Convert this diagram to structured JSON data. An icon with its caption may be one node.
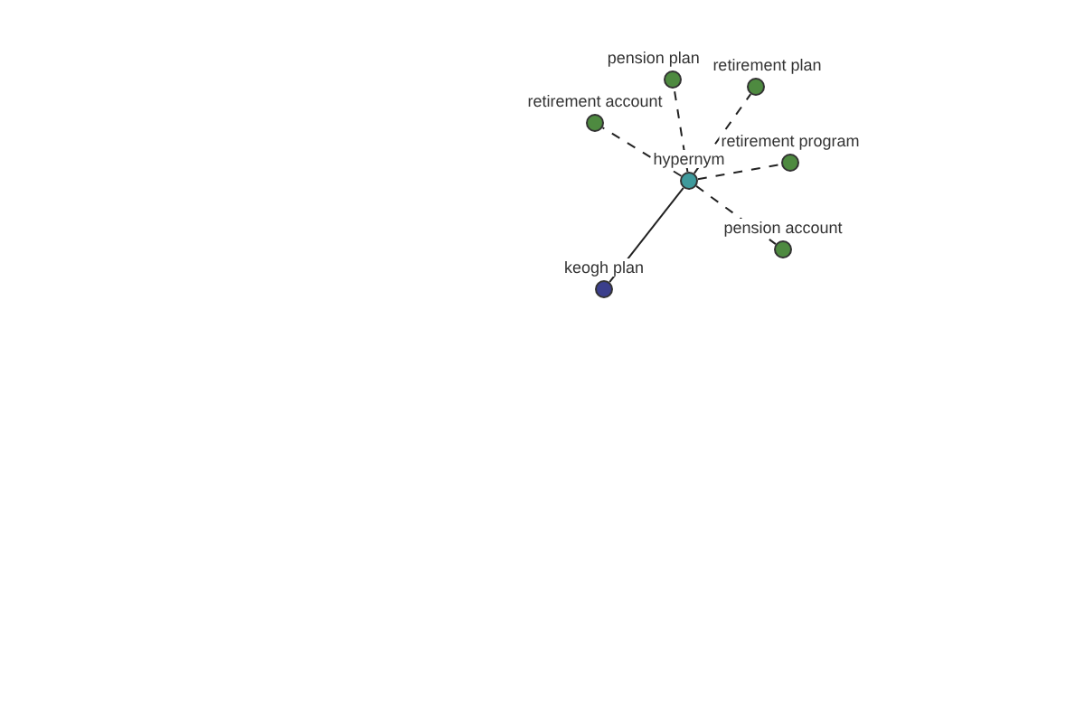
{
  "diagram": {
    "nodes": [
      {
        "text": [
          "hypernym"
        ]
      },
      {
        "text": [
          "pension plan"
        ]
      },
      {
        "text": [
          "retirement plan"
        ]
      },
      {
        "text": [
          "retirement account"
        ]
      },
      {
        "text": [
          "retirement program"
        ]
      },
      {
        "text": [
          "pension account"
        ]
      },
      {
        "text": [
          "keogh plan"
        ]
      }
    ],
    "edges": [
      {
        "from": 0,
        "to": 1,
        "arrow": "none",
        "style": "dashed"
      },
      {
        "from": 0,
        "to": 2,
        "arrow": "none",
        "style": "dashed"
      },
      {
        "from": 0,
        "to": 3,
        "arrow": "none",
        "style": "dashed"
      },
      {
        "from": 0,
        "to": 4,
        "arrow": "none",
        "style": "dashed"
      },
      {
        "from": 0,
        "to": 5,
        "arrow": "none",
        "style": "dashed"
      },
      {
        "from": 0,
        "to": 6,
        "arrow": "none"
      }
    ]
  }
}
